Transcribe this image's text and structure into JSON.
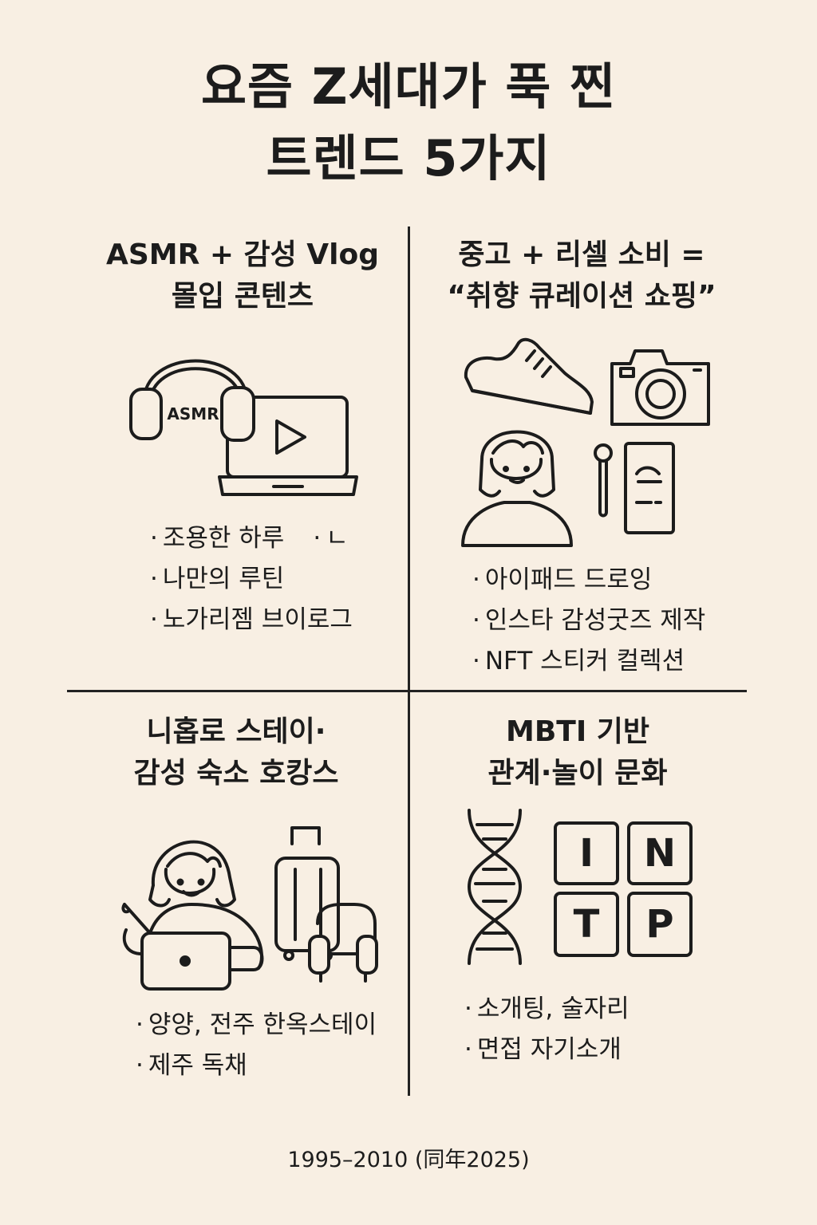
{
  "title": {
    "line1": "요즘 Z세대가 푹 찐",
    "line2": "트렌드 5가지"
  },
  "sections": [
    {
      "heading_line1": "ASMR + 감성 Vlog",
      "heading_line2": "몰입 콘텐츠",
      "icon_label": "ASMR",
      "icons": [
        "headphones-icon",
        "laptop-icon",
        "play-icon"
      ],
      "bullets": [
        "조용한 하루",
        "ㄴ",
        "나만의 루틴",
        "노가리젬 브이로그"
      ]
    },
    {
      "heading_line1": "중고 + 리셀 소비 =",
      "heading_line2": "“취향 큐레이션 쇼핑”",
      "icons": [
        "sneaker-icon",
        "camera-icon",
        "person-icon",
        "microphone-icon",
        "phone-icon"
      ],
      "bullets": [
        "아이패드 드로잉",
        "인스타 감성굿즈 제작",
        "NFT 스티커 컬렉션"
      ]
    },
    {
      "heading_line1": "니홉로 스테이·",
      "heading_line2": "감성 숙소 호캉스",
      "icons": [
        "person-tablet-icon",
        "suitcase-icon",
        "armchair-icon"
      ],
      "bullets": [
        "양양, 전주 한옥스테이",
        "제주 독채"
      ]
    },
    {
      "heading_line1": "MBTI 기반",
      "heading_line2": "관계·놀이 문화",
      "icons": [
        "dna-icon",
        "mbti-tiles-icon"
      ],
      "mbti_letters": [
        "I",
        "N",
        "T",
        "P"
      ],
      "bullets": [
        "소개팅, 술자리",
        "면접 자기소개"
      ]
    }
  ],
  "footer": "1995–2010 (同年2025)"
}
